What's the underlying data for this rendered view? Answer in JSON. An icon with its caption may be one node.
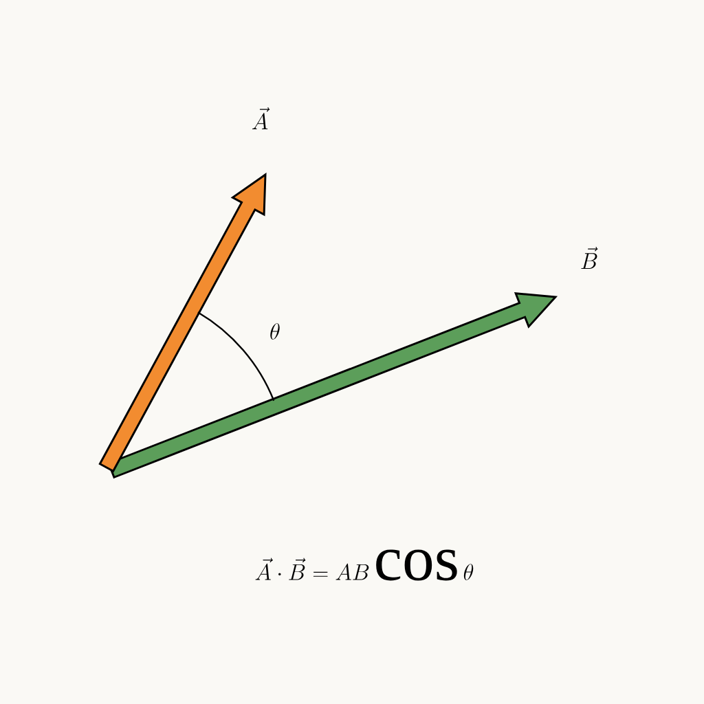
{
  "diagram": {
    "labels": [
      "\\vec{A}",
      "\\vec{B}",
      "\\theta",
      "\\vec{A}\\cdot\\vec{B} = AB\\cos\\theta"
    ]
  }
}
